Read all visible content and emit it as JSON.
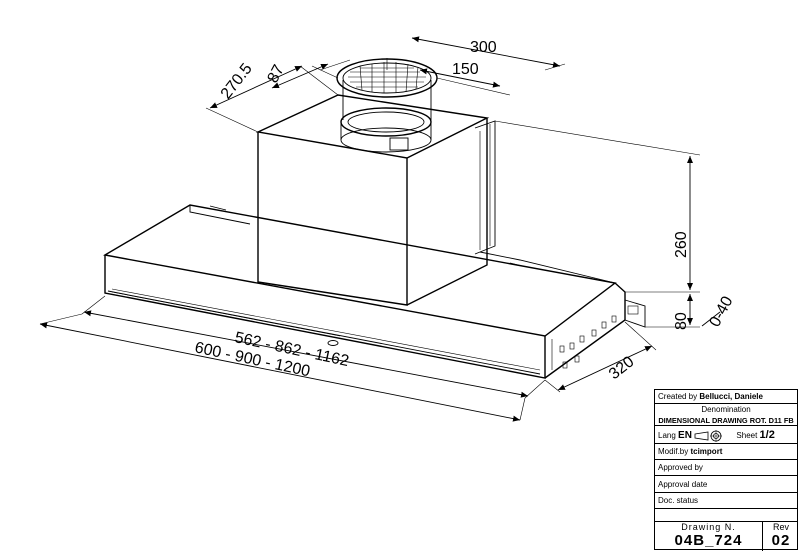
{
  "dimensions": {
    "top_depth": "270.5",
    "top_offset": "87",
    "top_width": "300",
    "duct_diameter": "150",
    "chimney_height": "260",
    "canopy_height": "80",
    "range": "0-40",
    "depth": "320",
    "inner_widths": "562 - 862 - 1162",
    "outer_widths": "600 - 900 - 1200"
  },
  "title_block": {
    "created_label": "Created by",
    "created_value": "Bellucci, Daniele",
    "denomination_label": "Denomination",
    "denomination_value": "DIMENSIONAL DRAWING ROT. D11 FB",
    "lang_label": "Lang",
    "lang_value": "EN",
    "sheet_label": "Sheet",
    "sheet_value": "1/2",
    "modif_label": "Modif.by",
    "modif_value": "tcimport",
    "approved_label": "Approved by",
    "approval_date_label": "Approval date",
    "doc_status_label": "Doc. status",
    "drawing_no_label": "Drawing N.",
    "drawing_no_value": "04B_724",
    "rev_label": "Rev",
    "rev_value": "02"
  },
  "icons": [
    "projection-symbol-icon"
  ]
}
